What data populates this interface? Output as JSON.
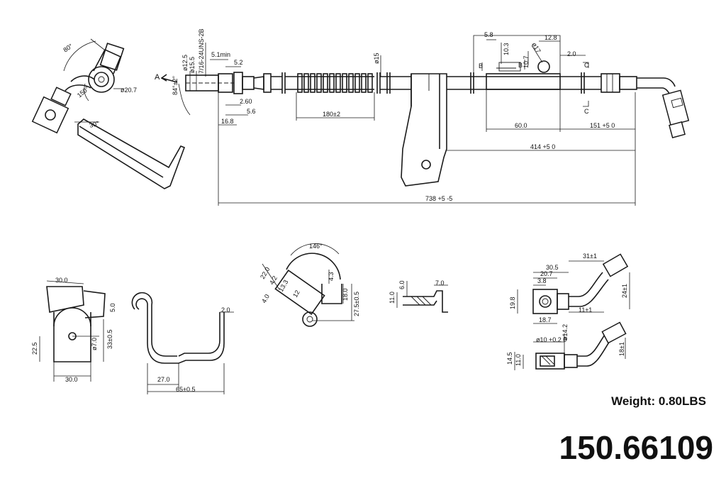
{
  "dimensions": {
    "main": {
      "a_label": "A",
      "angle_84": "84°±2°",
      "d125": "ø12.5",
      "d155": "ø15.5",
      "thread": "7/16-24UNS-2B",
      "min51": "5.1min",
      "d52": "5.2",
      "d260": "2.60",
      "d56": "5.6",
      "d168": "16.8",
      "d180": "180±2",
      "d15": "ø15",
      "d738": "738 +5 -5",
      "d414": "414 +5 0",
      "d600": "60.0",
      "d151": "151 +5 0",
      "d58": "5.8",
      "d103": "10.3",
      "d128": "12.8",
      "d20": "2.0",
      "d107": "10.7",
      "d17": "ø17",
      "b1": "B",
      "b2": "B",
      "c1": "C",
      "c2": "C"
    },
    "topleft": {
      "a80": "80°",
      "d207": "ø20.7",
      "a150": "150°",
      "a30": "30°"
    },
    "bracket1": {
      "d300a": "30.0",
      "d300b": "30.0",
      "d225": "22.5",
      "d70": "ø7.0",
      "d335": "33±0.5",
      "d50": "5.0"
    },
    "clip": {
      "d20": "2.0",
      "d270": "27.0",
      "d65": "65±0.5"
    },
    "bracket2": {
      "a146": "146°",
      "d220": "22.0",
      "d42": "4.2",
      "d133": "13.3",
      "d40": "4.0",
      "d43": "4.3",
      "d180": "18.0",
      "d275": "27.5±0.5",
      "d12": "12"
    },
    "section": {
      "d60": "6.0",
      "d70": "7.0",
      "d110": "11.0"
    },
    "fitting": {
      "d305": "30.5",
      "d31": "31±1",
      "d207": "20.7",
      "d38": "3.8",
      "d198": "19.8",
      "d187": "18.7",
      "d11": "11±1",
      "d24": "24±1",
      "d10": "ø10 +0.2 0",
      "d142": "ø14.2",
      "d145": "14.5",
      "d110": "11.0",
      "d18": "18±1"
    }
  },
  "footer": {
    "weight": "Weight: 0.80LBS",
    "part_number": "150.66109"
  }
}
